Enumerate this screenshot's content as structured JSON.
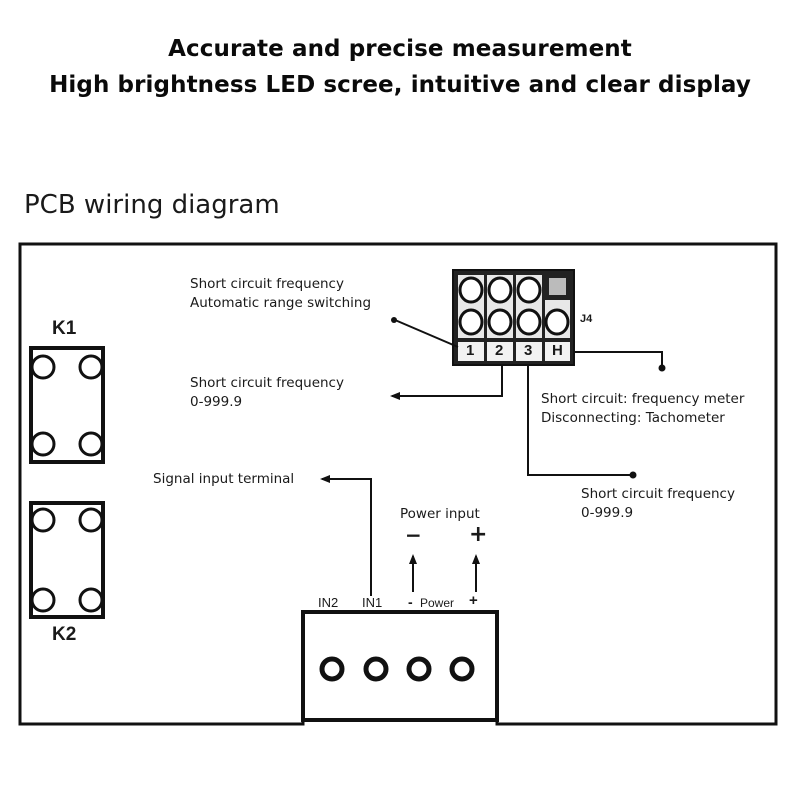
{
  "header": {
    "line1": "Accurate and precise measurement",
    "line2": "High brightness LED scree, intuitive and clear display"
  },
  "section_title": "PCB wiring diagram",
  "diagram": {
    "buttons": [
      {
        "label": "K1"
      },
      {
        "label": "K2"
      }
    ],
    "jumper_header": {
      "label": "J4",
      "pin_labels": [
        "1",
        "2",
        "3",
        "H"
      ]
    },
    "terminal_block": {
      "pin_labels": {
        "in2": "IN2",
        "in1": "IN1",
        "power_minus": "-",
        "power_word": "Power",
        "power_plus": "+"
      }
    },
    "annotations": {
      "pin1": {
        "line1": "Short circuit frequency",
        "line2": "Automatic range switching"
      },
      "pin2": {
        "line1": "Short circuit frequency",
        "line2": "0-999.9"
      },
      "pinH": {
        "line1": "Short circuit: frequency meter",
        "line2": "Disconnecting: Tachometer"
      },
      "pin3": {
        "line1": "Short circuit frequency",
        "line2": "0-999.9"
      },
      "signal_input": "Signal input terminal",
      "power_input": {
        "title": "Power input",
        "minus": "−",
        "plus": "+"
      }
    }
  },
  "colors": {
    "line": "#111111",
    "background": "#ffffff"
  }
}
